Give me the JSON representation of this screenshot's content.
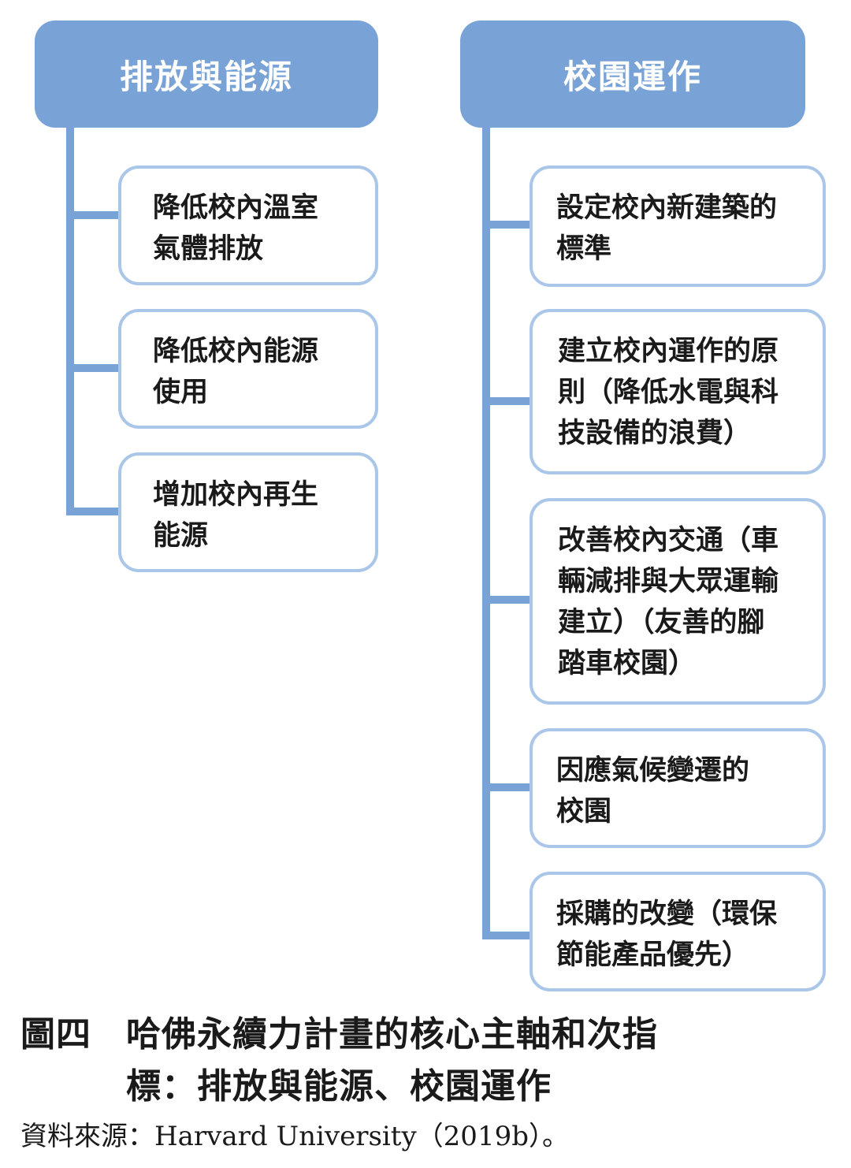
{
  "left_column": {
    "header": "排放與能源",
    "items": [
      {
        "lines": [
          "降低校內溫室",
          "氣體排放"
        ]
      },
      {
        "lines": [
          "降低校內能源",
          "使用"
        ]
      },
      {
        "lines": [
          "增加校內再生",
          "能源"
        ]
      }
    ]
  },
  "right_column": {
    "header": "校園運作",
    "items": [
      {
        "lines": [
          "設定校內新建築的",
          "標準"
        ]
      },
      {
        "lines": [
          "建立校內運作的原",
          "則（降低水電與科",
          "技設備的浪費）"
        ]
      },
      {
        "lines": [
          "改善校內交通（車",
          "輛減排與大眾運輸",
          "建立）（友善的腳",
          "踏車校園）"
        ]
      },
      {
        "lines": [
          "因應氣候變遷的",
          "校園"
        ]
      },
      {
        "lines": [
          "採購的改變（環保",
          "節能產品優先）"
        ]
      }
    ]
  },
  "caption": {
    "label": "圖四",
    "line1": "哈佛永續力計畫的核心主軸和次指",
    "line2": "標：排放與能源、校園運作"
  },
  "source": "資料來源：Harvard University（2019b）。",
  "colors": {
    "header_fill": "#79a3d7",
    "connector": "#79a3d7",
    "box_border": "#aac6e8"
  }
}
